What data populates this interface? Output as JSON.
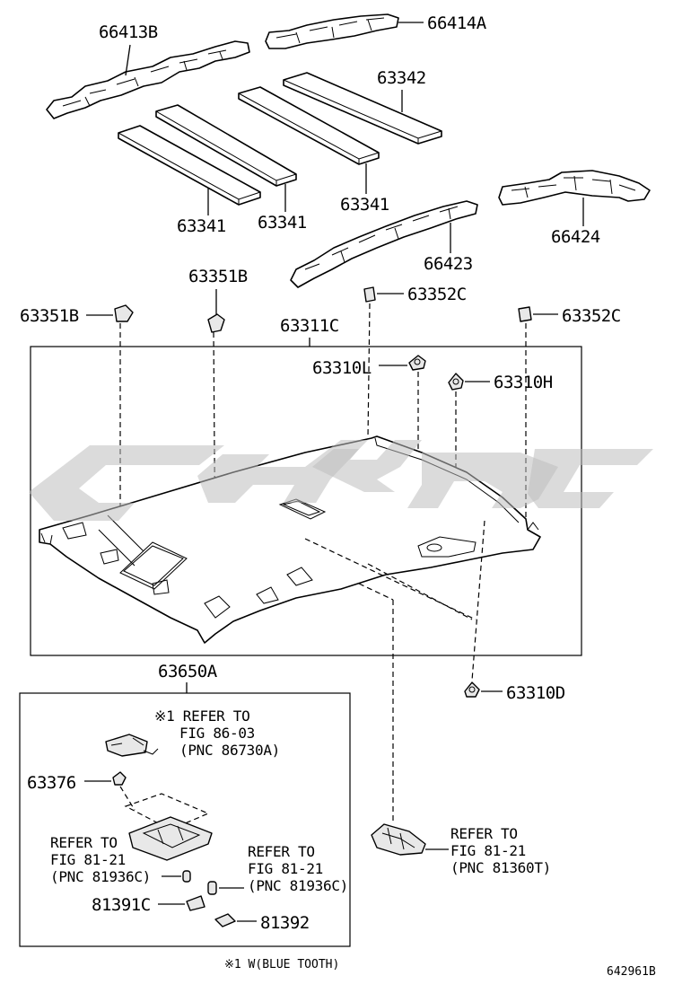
{
  "parts": {
    "p66413B": "66413B",
    "p66414A": "66414A",
    "p63342": "63342",
    "p63341_a": "63341",
    "p63341_b": "63341",
    "p63341_c": "63341",
    "p66424": "66424",
    "p66423": "66423",
    "p63351B_a": "63351B",
    "p63351B_b": "63351B",
    "p63352C_a": "63352C",
    "p63352C_b": "63352C",
    "p63311C": "63311C",
    "p63310L": "63310L",
    "p63310H": "63310H",
    "p63310D": "63310D",
    "p63650A": "63650A",
    "p63376": "63376",
    "p81391C": "81391C",
    "p81392": "81392"
  },
  "references": {
    "bluetooth_ref": {
      "line1": "※1 REFER TO",
      "line2": "FIG 86-03",
      "line3": "(PNC 86730A)"
    },
    "lamp_ref_left": {
      "line1": "REFER TO",
      "line2": "FIG 81-21",
      "line3": "(PNC 81936C)"
    },
    "lamp_ref_mid": {
      "line1": "REFER TO",
      "line2": "FIG 81-21",
      "line3": "(PNC 81936C)"
    },
    "lamp_ref_right": {
      "line1": "REFER TO",
      "line2": "FIG 81-21",
      "line3": "(PNC 81360T)"
    }
  },
  "footnote": "※1 W(BLUE TOOTH)",
  "diagram_id": "642961B",
  "watermark": {
    "color": "#bdbdbd"
  }
}
